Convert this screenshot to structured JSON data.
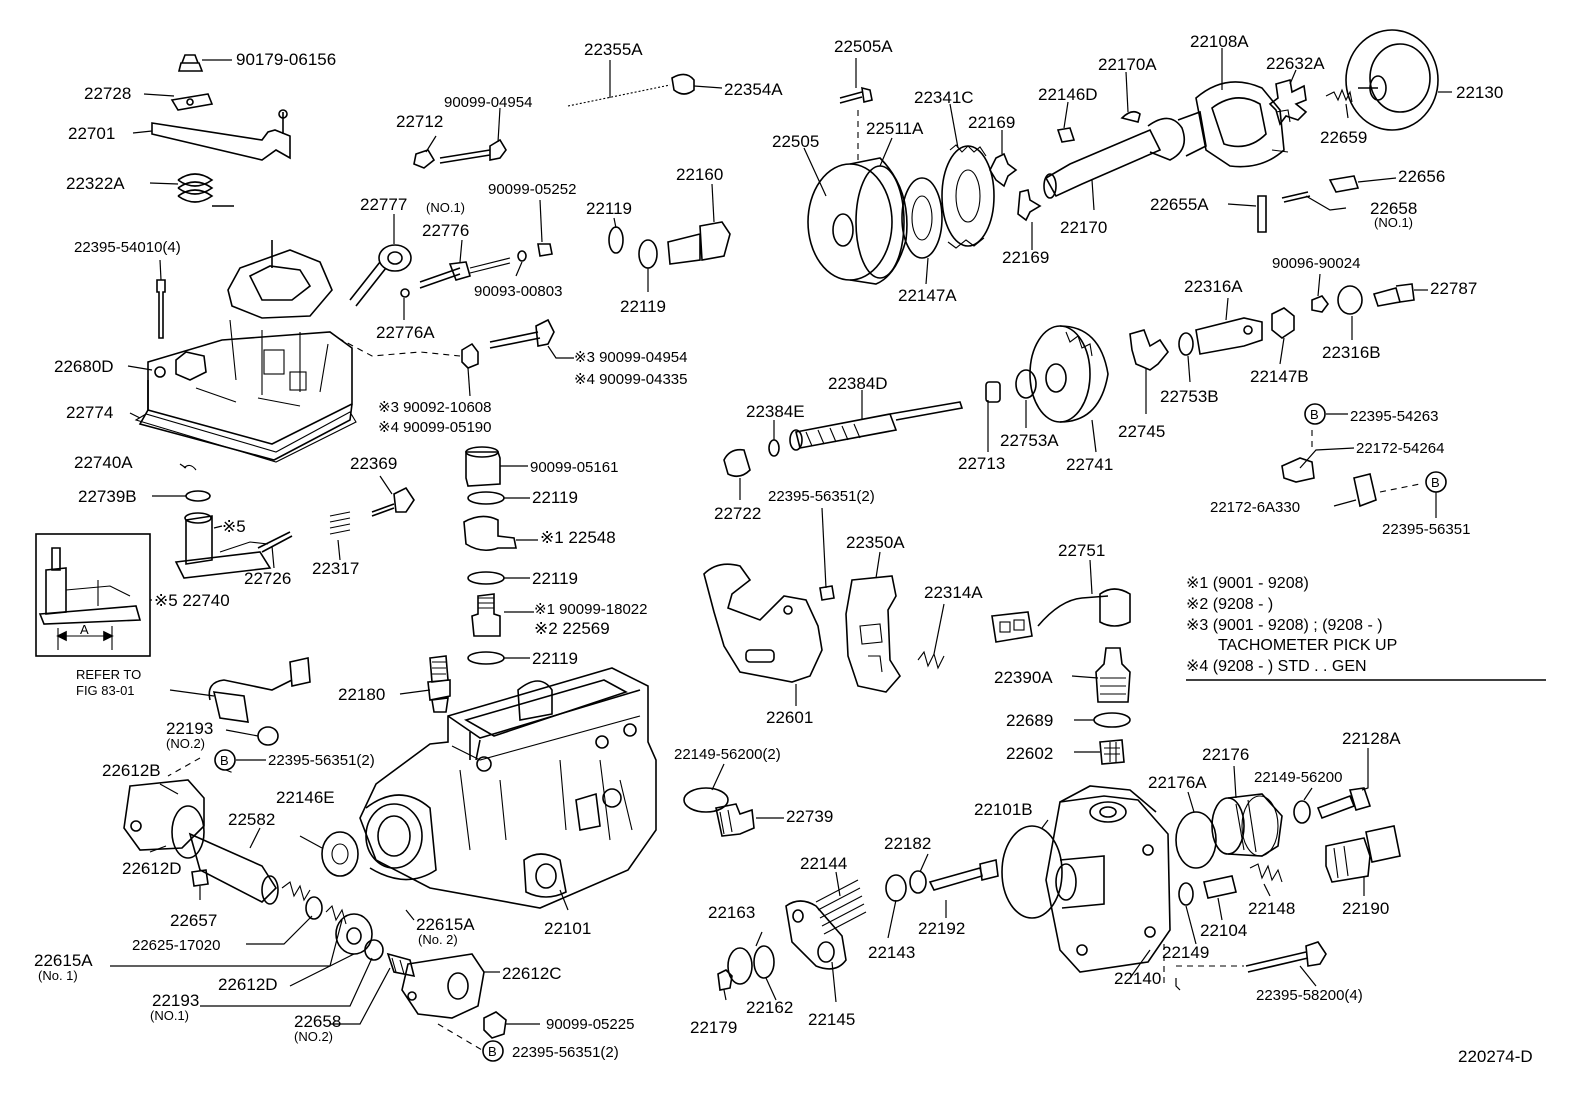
{
  "labels": {
    "l_90179_06156": "90179-06156",
    "l_22728": "22728",
    "l_22701": "22701",
    "l_22322A": "22322A",
    "l_22395_54010": "22395-54010(4)",
    "l_22680D": "22680D",
    "l_22774": "22774",
    "l_22355A": "22355A",
    "l_90099_04954a": "90099-04954",
    "l_22354A": "22354A",
    "l_22712": "22712",
    "l_90099_05252": "90099-05252",
    "l_22777": "22777",
    "l_22777_no1": "(NO.1)",
    "l_22776": "22776",
    "l_90093_00803": "90093-00803",
    "l_22776A": "22776A",
    "l_22119a": "22119",
    "l_22119b": "22119",
    "l_22160": "22160",
    "l_m3_90099_04954": "※3 90099-04954",
    "l_m4_90099_04335": "※4 90099-04335",
    "l_m3_90092_10608": "※3 90092-10608",
    "l_m4_90099_05190": "※4 90099-05190",
    "l_22505A": "22505A",
    "l_22505": "22505",
    "l_22511A": "22511A",
    "l_22341C": "22341C",
    "l_22169a": "22169",
    "l_22146D": "22146D",
    "l_22170A": "22170A",
    "l_22108A": "22108A",
    "l_22632A": "22632A",
    "l_22130": "22130",
    "l_22659": "22659",
    "l_22170": "22170",
    "l_22169b": "22169",
    "l_22147A": "22147A",
    "l_22656": "22656",
    "l_22655A": "22655A",
    "l_22658": "22658",
    "l_22658_no1": "(NO.1)",
    "l_90096_90024": "90096-90024",
    "l_22787": "22787",
    "l_22316A": "22316A",
    "l_22316B": "22316B",
    "l_22147B": "22147B",
    "l_22753B": "22753B",
    "l_22745": "22745",
    "l_22741": "22741",
    "l_22753A": "22753A",
    "l_22713": "22713",
    "l_22384D": "22384D",
    "l_22384E": "22384E",
    "l_22722": "22722",
    "l_22395_56351_2a": "22395-56351(2)",
    "l_22395_54263": "22395-54263",
    "l_22172_54264": "22172-54264",
    "l_22172_6A330": "22172-6A330",
    "l_22395_56351b": "22395-56351",
    "l_22740A": "22740A",
    "l_22739B": "22739B",
    "l_m5a": "※5",
    "l_22726": "22726",
    "l_22317": "22317",
    "l_22369": "22369",
    "l_m5_22740": "※5 22740",
    "l_90099_05161": "90099-05161",
    "l_22119c": "22119",
    "l_m1_22548": "※1 22548",
    "l_22119d": "22119",
    "l_m1_90099_18022": "※1 90099-18022",
    "l_m2_22569": "※2 22569",
    "l_22119e": "22119",
    "l_refer1": "REFER TO",
    "l_refer2": "FIG 83-01",
    "l_22180": "22180",
    "l_22193a": "22193",
    "l_22193a_no2": "(NO.2)",
    "l_22395_56351_2b": "22395-56351(2)",
    "l_22612B": "22612B",
    "l_22582": "22582",
    "l_22146E": "22146E",
    "l_22612D_a": "22612D",
    "l_22657": "22657",
    "l_22625_17020": "22625-17020",
    "l_22615A_a": "22615A",
    "l_22615A_a_no2": "(No. 2)",
    "l_22615A_b": "22615A",
    "l_22615A_b_no1": "(No. 1)",
    "l_22612D_b": "22612D",
    "l_22612C": "22612C",
    "l_22193b": "22193",
    "l_22193b_no1": "(NO.1)",
    "l_22658b": "22658",
    "l_22658b_no2": "(NO.2)",
    "l_90099_05225": "90099-05225",
    "l_22395_56351_2c": "22395-56351(2)",
    "l_22101": "22101",
    "l_22350A": "22350A",
    "l_22314A": "22314A",
    "l_22601": "22601",
    "l_22751": "22751",
    "l_22390A": "22390A",
    "l_22689": "22689",
    "l_22602": "22602",
    "l_22149_56200_2": "22149-56200(2)",
    "l_22739": "22739",
    "l_22144": "22144",
    "l_22182": "22182",
    "l_22101B": "22101B",
    "l_22176A": "22176A",
    "l_22176": "22176",
    "l_22149_56200": "22149-56200",
    "l_22128A": "22128A",
    "l_22163": "22163",
    "l_22143": "22143",
    "l_22192": "22192",
    "l_22179": "22179",
    "l_22162": "22162",
    "l_22145": "22145",
    "l_22140": "22140",
    "l_22149": "22149",
    "l_22104": "22104",
    "l_22148": "22148",
    "l_22190": "22190",
    "l_22395_58200": "22395-58200(4)",
    "l_dim_A": "A",
    "l_B1": "B",
    "l_B2": "B",
    "l_B3": "B",
    "l_B4": "B",
    "figure_id": "220274-D"
  },
  "legend": {
    "line1": "※1 (9001 - 9208)",
    "line2": "※2 (9208 -            )",
    "line3": "※3 (9001 - 9208) ; (9208 -            )",
    "line4": "TACHOMETER PICK UP",
    "line5": "※4 (9208 -            ) STD . . GEN"
  }
}
